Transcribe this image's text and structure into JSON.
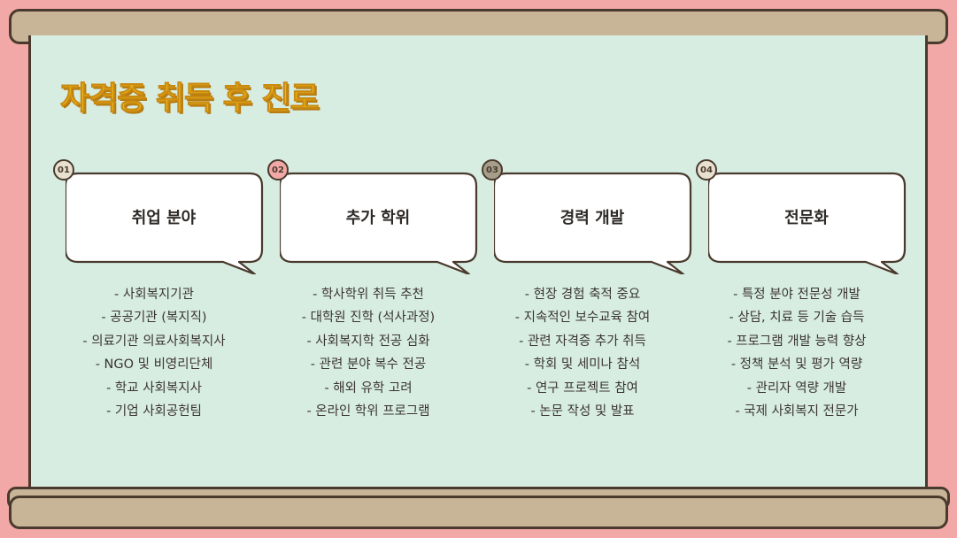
{
  "title": "자격증 취득 후 진로",
  "colors": {
    "background": "#f2a8a6",
    "paper": "#d7ede2",
    "rod": "#c8b598",
    "outline": "#4a3a2e",
    "title": "#f5c21b"
  },
  "cards": [
    {
      "number": "01",
      "badge_color": "#e9e1cf",
      "label": "취업 분야",
      "items": [
        "- 사회복지기관",
        "- 공공기관 (복지직)",
        "- 의료기관 의료사회복지사",
        "- NGO 및 비영리단체",
        "- 학교 사회복지사",
        "- 기업 사회공헌팀"
      ]
    },
    {
      "number": "02",
      "badge_color": "#f2a8a6",
      "label": "추가 학위",
      "items": [
        "- 학사학위 취득 추천",
        "- 대학원 진학 (석사과정)",
        "- 사회복지학 전공 심화",
        "- 관련 분야 복수 전공",
        "- 해외 유학 고려",
        "- 온라인 학위 프로그램"
      ]
    },
    {
      "number": "03",
      "badge_color": "#a69e8a",
      "label": "경력 개발",
      "items": [
        "- 현장 경험 축적 중요",
        "- 지속적인 보수교육 참여",
        "- 관련 자격증 추가 취득",
        "- 학회 및 세미나 참석",
        "- 연구 프로젝트 참여",
        "- 논문 작성 및 발표"
      ]
    },
    {
      "number": "04",
      "badge_color": "#e9e1cf",
      "label": "전문화",
      "items": [
        "- 특정 분야 전문성 개발",
        "- 상담, 치료 등 기술 습득",
        "- 프로그램 개발 능력 향상",
        "- 정책 분석 및 평가 역량",
        "- 관리자 역량 개발",
        "- 국제 사회복지 전문가"
      ]
    }
  ]
}
